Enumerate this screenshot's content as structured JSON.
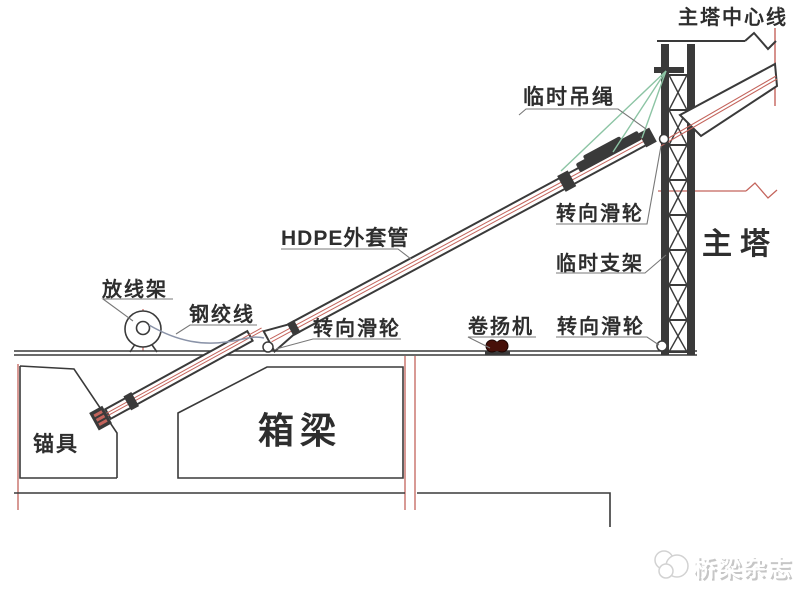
{
  "labels": {
    "tower_centerline": "主塔中心线",
    "temp_rope": "临时吊绳",
    "pulley_top": "转向滑轮",
    "hdpe_pipe": "HDPE外套管",
    "temp_support": "临时支架",
    "main_tower": "主塔",
    "reel": "放线架",
    "strand": "钢绞线",
    "pulley_deck_left": "转向滑轮",
    "winch": "卷扬机",
    "pulley_deck_right": "转向滑轮",
    "box_girder": "箱梁",
    "anchor": "锚具"
  },
  "watermark": {
    "text": "桥梁杂志"
  },
  "colors": {
    "line_dark": "#3a3a3a",
    "centerline_red": "#c4645c",
    "rope_green": "#8cc4a4",
    "strand_gray": "#8a93a8",
    "leader_gray": "#787878",
    "winch_maroon": "#471009",
    "watermark_gray": "#c6c6c6"
  }
}
